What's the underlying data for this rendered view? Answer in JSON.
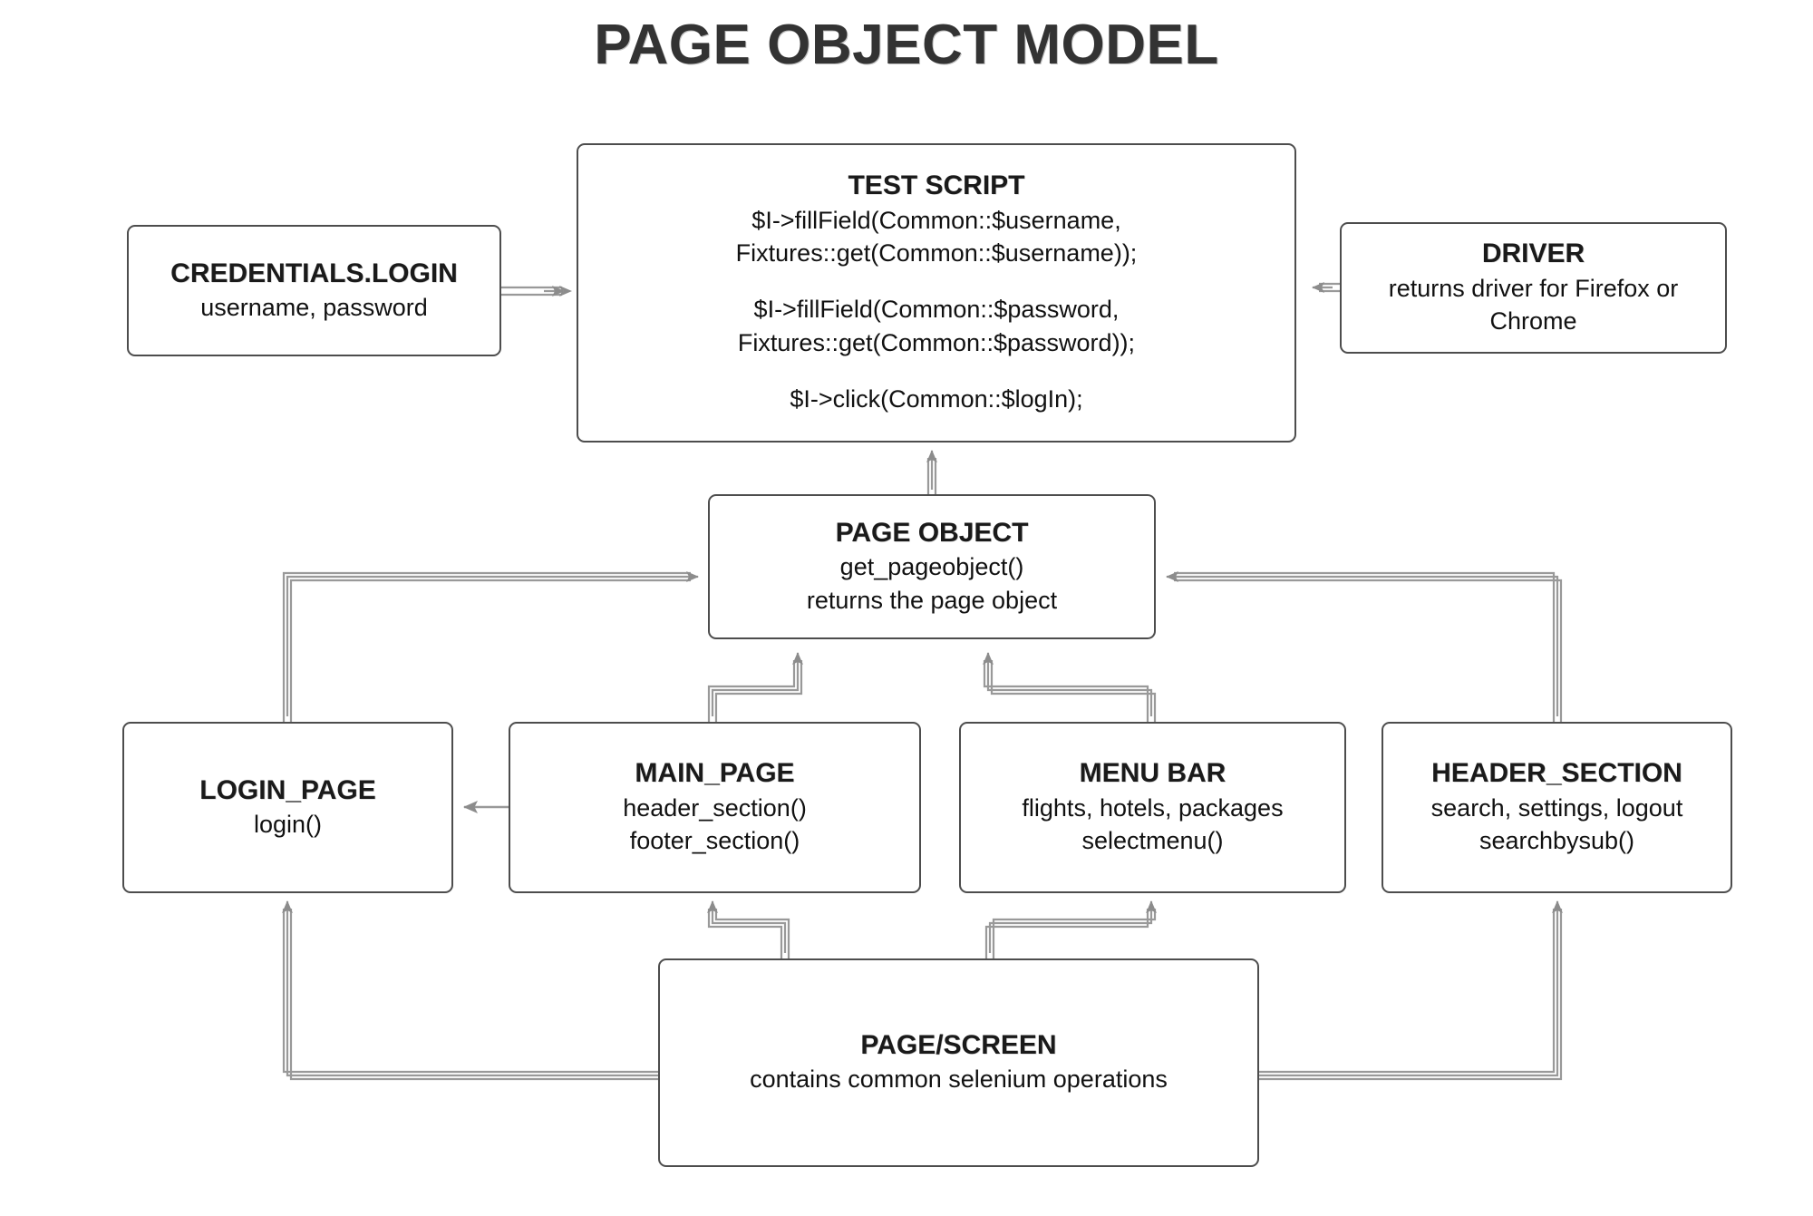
{
  "title": "PAGE OBJECT MODEL",
  "colors": {
    "background": "#ffffff",
    "node_border": "#4d4d4d",
    "node_fill": "#ffffff",
    "title_text": "#333333",
    "body_text": "#111111",
    "edge_line": "#999999",
    "edge_arrow": "#8c8c8c"
  },
  "nodes": {
    "test_script": {
      "title": "TEST SCRIPT",
      "lines": [
        "$I->fillField(Common::$username,",
        "Fixtures::get(Common::$username));",
        "",
        "$I->fillField(Common::$password,",
        "Fixtures::get(Common::$password));",
        "",
        "$I->click(Common::$logIn);"
      ]
    },
    "credentials": {
      "title": "CREDENTIALS.LOGIN",
      "lines": [
        "username, password"
      ]
    },
    "driver": {
      "title": "DRIVER",
      "lines": [
        "returns driver for Firefox or",
        "Chrome"
      ]
    },
    "page_object": {
      "title": "PAGE OBJECT",
      "lines": [
        "get_pageobject()",
        "returns the page object"
      ]
    },
    "login_page": {
      "title": "LOGIN_PAGE",
      "lines": [
        "login()"
      ]
    },
    "main_page": {
      "title": "MAIN_PAGE",
      "lines": [
        "header_section()",
        "footer_section()"
      ]
    },
    "menu_bar": {
      "title": "MENU BAR",
      "lines": [
        "flights, hotels, packages",
        "selectmenu()"
      ]
    },
    "header_section": {
      "title": "HEADER_SECTION",
      "lines": [
        "search, settings, logout",
        "searchbysub()"
      ]
    },
    "page_screen": {
      "title": "PAGE/SCREEN",
      "lines": [
        "contains common selenium operations"
      ]
    }
  },
  "edges": [
    {
      "from": "credentials",
      "to": "test_script",
      "style": "double-arrow"
    },
    {
      "from": "driver",
      "to": "test_script",
      "style": "double-arrow"
    },
    {
      "from": "page_object",
      "to": "test_script",
      "style": "double-arrow"
    },
    {
      "from": "login_page",
      "to": "page_object",
      "style": "double-arrow"
    },
    {
      "from": "main_page",
      "to": "page_object",
      "style": "double-arrow"
    },
    {
      "from": "menu_bar",
      "to": "page_object",
      "style": "double-arrow"
    },
    {
      "from": "header_section",
      "to": "page_object",
      "style": "double-arrow"
    },
    {
      "from": "main_page",
      "to": "login_page",
      "style": "single-arrow"
    },
    {
      "from": "page_screen",
      "to": "login_page",
      "style": "double-arrow"
    },
    {
      "from": "page_screen",
      "to": "main_page",
      "style": "double-arrow"
    },
    {
      "from": "page_screen",
      "to": "menu_bar",
      "style": "double-arrow"
    },
    {
      "from": "page_screen",
      "to": "header_section",
      "style": "double-arrow"
    }
  ]
}
